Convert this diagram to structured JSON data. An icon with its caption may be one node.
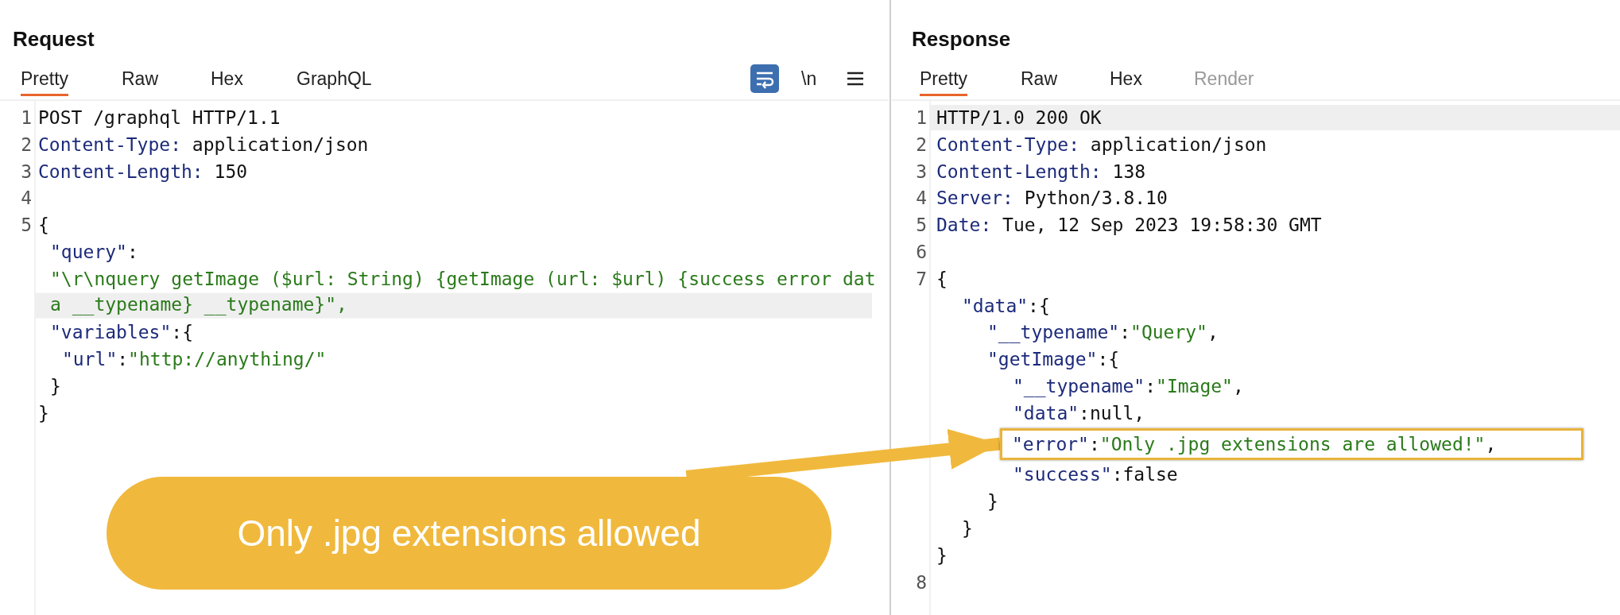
{
  "diagram": {
    "nodes": [
      {
        "text": [
          "\"error\":\"Only .jpg extensions are allowed!\","
        ]
      },
      {
        "text": [
          "Only .jpg extensions allowed"
        ]
      }
    ],
    "edges": [
      {
        "from": 1,
        "to": 0,
        "arrow": "to"
      }
    ],
    "labels": [
      "Request",
      "Pretty",
      "Raw",
      "Hex",
      "GraphQL",
      "\\n",
      "1",
      "POST /graphql HTTP/1.1",
      "2",
      "Content-Type: application/json",
      "3",
      "Content-Length: 150",
      "4",
      "5",
      "{",
      "\"query\":",
      "\"\\r\\nquery getImage ($url: String) {getImage (url: $url) {success error data __typename} __typename}\",",
      "\"variables\":{",
      "\"url\":\"http://anything/\"",
      "}",
      "}",
      "Response",
      "Pretty",
      "Raw",
      "Hex",
      "Render",
      "1",
      "HTTP/1.0 200 OK",
      "2",
      "Content-Type: application/json",
      "3",
      "Content-Length: 138",
      "4",
      "Server: Python/3.8.10",
      "5",
      "Date: Tue, 12 Sep 2023 19:58:30 GMT",
      "6",
      "7",
      "{",
      "\"data\":{",
      "\"__typename\":\"Query\",",
      "\"getImage\":{",
      "\"__typename\":\"Image\",",
      "\"data\":null,",
      "\"success\":false",
      "}",
      "}",
      "}",
      "8"
    ]
  }
}
